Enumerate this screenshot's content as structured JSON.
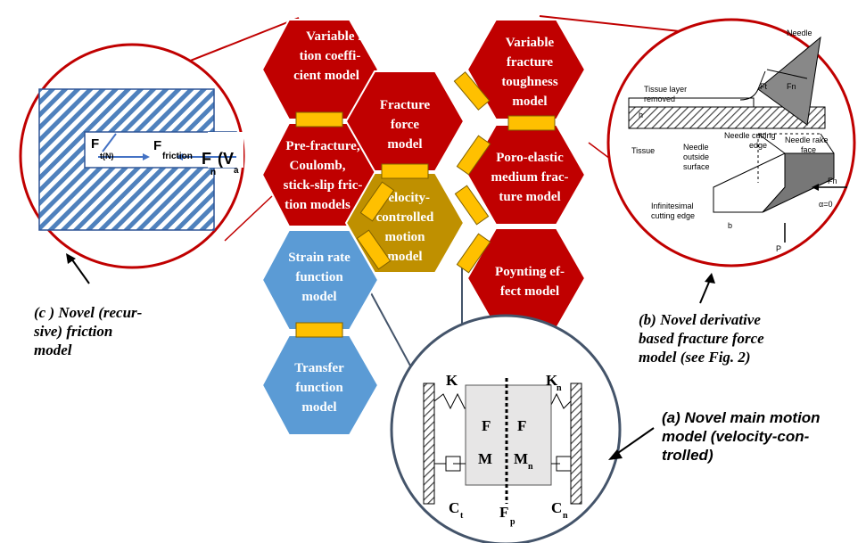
{
  "hexagons": {
    "variable_friction": [
      "Variable fr",
      "tion coeffi-",
      "cient model"
    ],
    "fracture_force": [
      "Fracture",
      "force",
      "model"
    ],
    "variable_toughness": [
      "Variable",
      "fracture",
      "toughness",
      "model"
    ],
    "pre_fracture": [
      "Pre-fracture,",
      "Coulomb,",
      "stick-slip fric-",
      "tion models"
    ],
    "velocity_controlled": [
      "Velocity-",
      "controlled",
      "motion",
      "model"
    ],
    "poro_elastic": [
      "Poro-elastic",
      "medium frac-",
      "ture model"
    ],
    "strain_rate": [
      "Strain rate",
      "function",
      "model"
    ],
    "poynting": [
      "Poynting ef-",
      "fect model"
    ],
    "transfer": [
      "Transfer",
      "function",
      "model"
    ]
  },
  "friction_inset": {
    "f_t": "F",
    "f_t_sub": "t(N)",
    "f_friction": "F",
    "f_friction_sub": "friction",
    "f_n": "F",
    "f_n_sub": "n",
    "v": "(V",
    "v_sub": "a"
  },
  "fracture_inset": {
    "tissue_layer_removed": [
      "Tissue layer",
      "removed"
    ],
    "needle": "Needle",
    "fn_top": "Fn",
    "ft_top": "Ft",
    "h": "h",
    "tissue": "Tissue",
    "needle_outside_surface": [
      "Needle",
      "outside",
      "surface"
    ],
    "needle_cutting_edge": [
      "Needle cutting",
      "edge"
    ],
    "needle_rake_face": [
      "Needle rake",
      "face"
    ],
    "infinitesimal_edge": [
      "Infinitesimal",
      "cutting edge"
    ],
    "b": "b",
    "fn_bottom": "Fn",
    "alpha0": "α=0",
    "p": "P"
  },
  "motion_inset": {
    "k": "K",
    "kn": "K",
    "kn_sub": "n",
    "f_left": "F",
    "f_right": "F",
    "m_left": "M",
    "m_right": "M",
    "m_right_sub": "n",
    "ct": "C",
    "ct_sub": "t",
    "fp": "F",
    "fp_sub": "p",
    "cn": "C",
    "cn_sub": "n"
  },
  "captions": {
    "c": [
      "(c ) Novel (recur-",
      "sive) friction",
      "model"
    ],
    "b": [
      "(b) Novel derivative",
      "based fracture force",
      "model (see Fig. 2)"
    ],
    "a": [
      "(a) Novel main motion",
      "model (velocity-con-",
      "trolled)"
    ]
  },
  "colors": {
    "dark_red": "#C00000",
    "gold": "#BF9000",
    "blue": "#5B9BD5",
    "connector": "#FFC000",
    "inset_border": "#C00000"
  }
}
